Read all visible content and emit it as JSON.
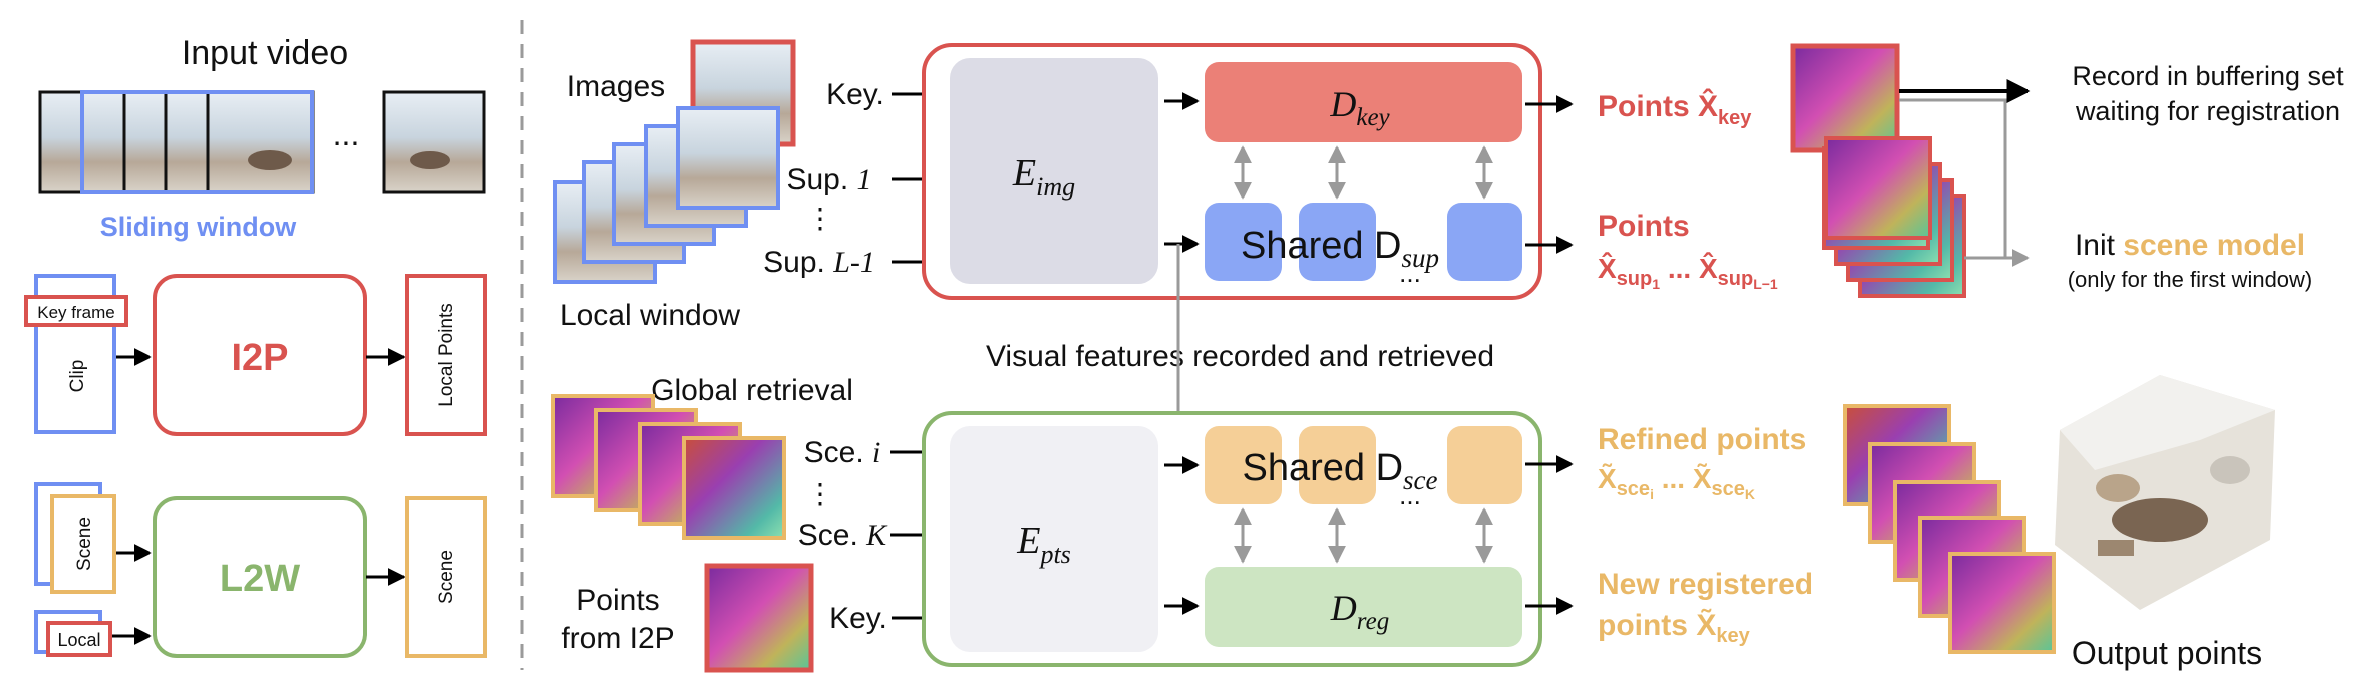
{
  "left_panel": {
    "title": "Input video",
    "ellipsis": "...",
    "sliding_window": "Sliding window",
    "key_frame": "Key frame",
    "clip": "Clip",
    "i2p": "I2P",
    "local_points": "Local Points",
    "scene": "Scene",
    "local": "Local",
    "l2w": "L2W",
    "scene_out": "Scene"
  },
  "i2p_section": {
    "images": "Images",
    "local_window": "Local window",
    "key_in": "Key.",
    "sup1": "Sup. ",
    "sup1_italic": "1",
    "vdots": "⋮",
    "supL": "Sup. ",
    "supL_italic": "L-1",
    "encoder": "E",
    "encoder_sub": "img",
    "dec_key": "D",
    "dec_key_sub": "key",
    "shared_sup": "Shared D",
    "shared_sup_sub": "sup",
    "dots": "...",
    "points_key": "Points X̂",
    "points_key_sub": "key",
    "points_sup": "Points",
    "points_sup_formula": "X̂",
    "points_sup_sub1": "sup",
    "points_sup_sub1b": "1",
    "points_sup_mid": " ... X̂",
    "points_sup_sub2": "sup",
    "points_sup_sub2b": "L−1",
    "record_line1": "Record in buffering set",
    "record_line2": "waiting for registration",
    "init_prefix": "Init ",
    "init_scene": "scene model",
    "init_note": "(only for the first window)"
  },
  "middle_label": "Visual features recorded and retrieved",
  "l2w_section": {
    "global_retrieval": "Global retrieval",
    "points_from": "Points",
    "points_from2": "from I2P",
    "sce_i": "Sce. ",
    "sce_i_italic": "i",
    "sce_k": "Sce. ",
    "sce_k_italic": "K",
    "key_in": "Key.",
    "encoder": "E",
    "encoder_sub": "pts",
    "shared_sce": "Shared D",
    "shared_sce_sub": "sce",
    "dec_reg": "D",
    "dec_reg_sub": "reg",
    "refined_title": "Refined points",
    "refined_formula": "X̃",
    "refined_sub1": "sce",
    "refined_sub1b": "i",
    "refined_mid": " ... X̃",
    "refined_sub2": "sce",
    "refined_sub2b": "K",
    "new_reg1": "New registered",
    "new_reg2": "points X̃",
    "new_reg2_sub": "key",
    "output_points": "Output points"
  },
  "colors": {
    "red": "#d9534f",
    "red_fill": "#eb8077",
    "blue": "#6f8ff2",
    "blue_fill": "#8aa6f5",
    "green": "#8ab56d",
    "green_fill": "#cde5c2",
    "orange": "#e9b867",
    "orange_fill": "#f5cf97",
    "gray_fill": "#dcdce6"
  }
}
